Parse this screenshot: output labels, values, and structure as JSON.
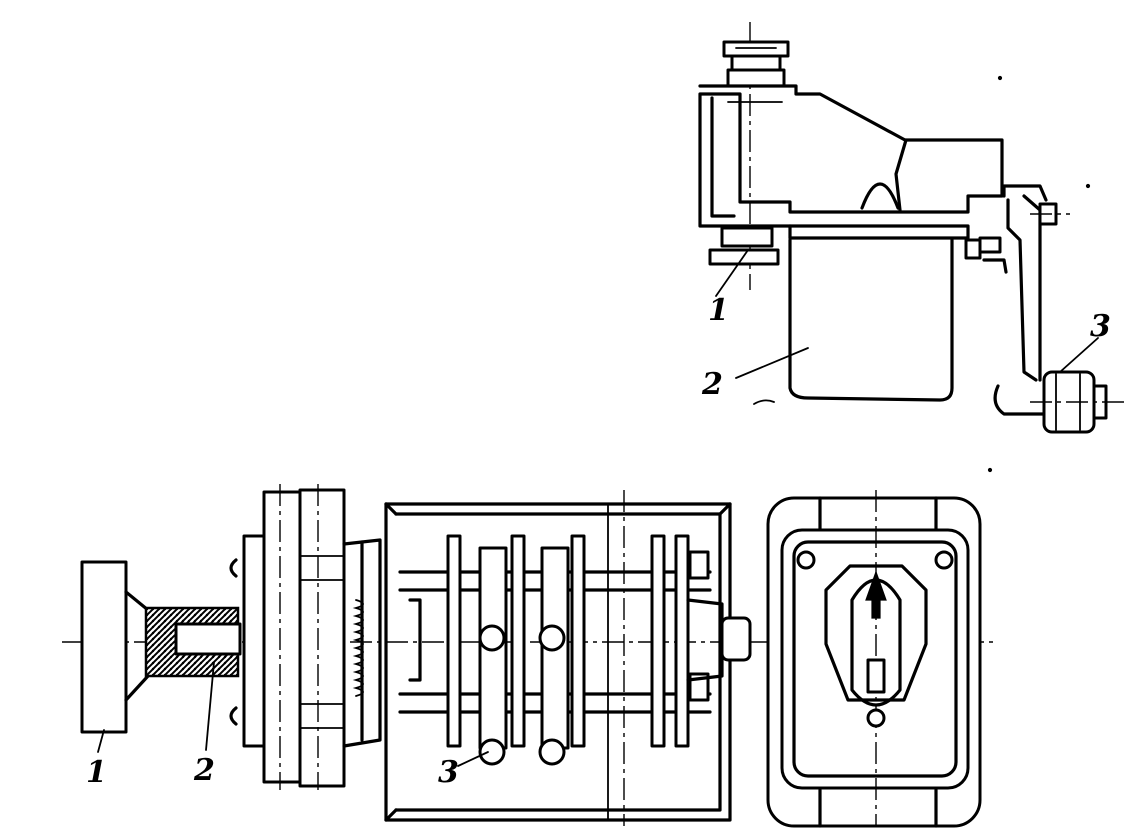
{
  "labels": {
    "side_view": [
      "1",
      "2",
      "3"
    ],
    "main_view": [
      "1",
      "2",
      "3"
    ]
  }
}
